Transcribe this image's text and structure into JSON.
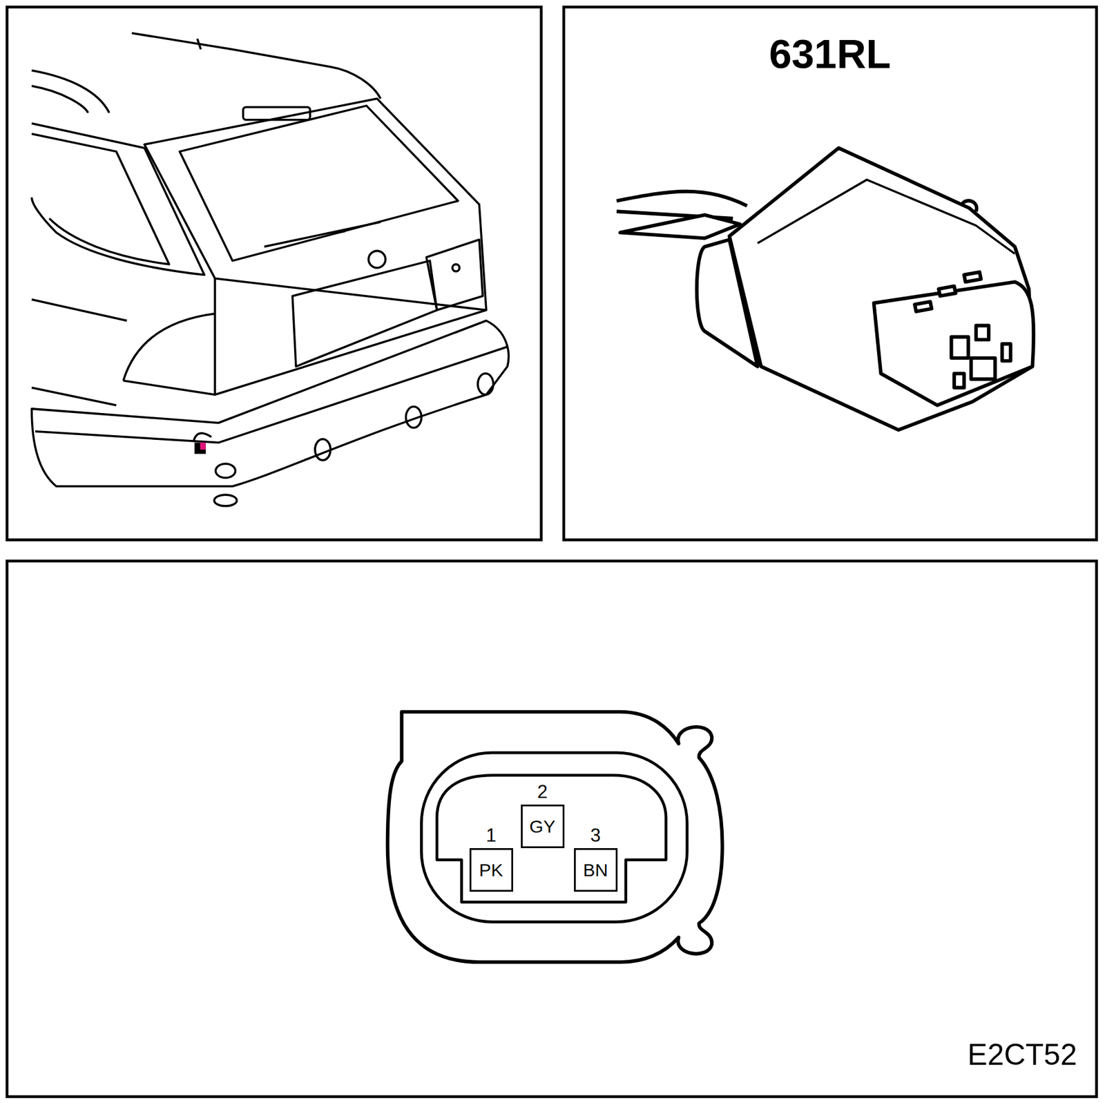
{
  "diagram": {
    "title": "631RL",
    "nodes": [
      {
        "text": [
          "1",
          "PK"
        ]
      },
      {
        "text": [
          "2",
          "GY"
        ]
      },
      {
        "text": [
          "3",
          "BN"
        ]
      }
    ],
    "labels": [
      "E2CT52"
    ]
  }
}
